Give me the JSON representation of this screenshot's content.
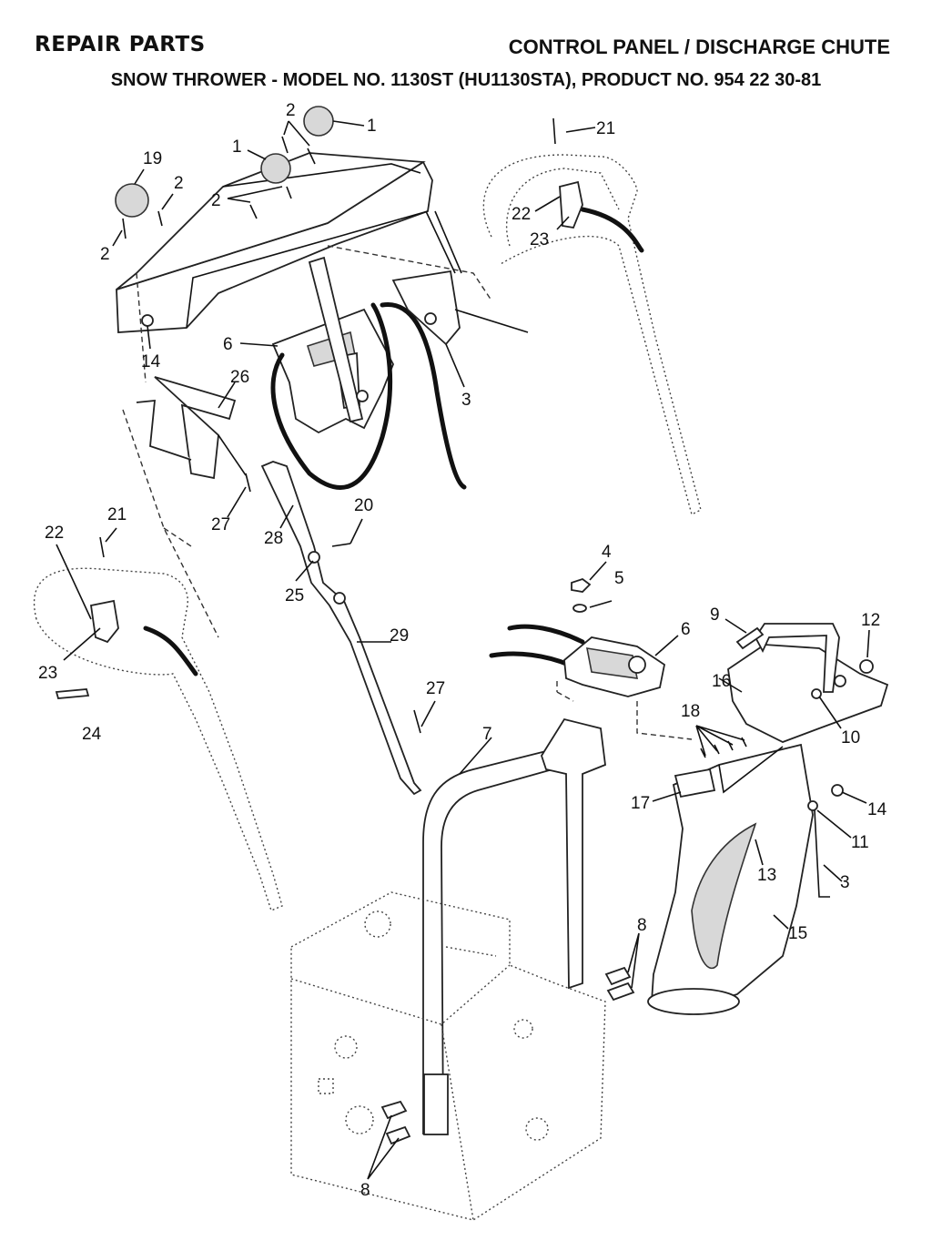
{
  "header": {
    "section": "REPAIR PARTS",
    "title": "CONTROL PANEL / DISCHARGE CHUTE",
    "subtitle": "SNOW THROWER - MODEL NO. 1130ST (HU1130STA), PRODUCT NO. 954 22 30-81"
  },
  "callouts": {
    "c1a": "1",
    "c1b": "1",
    "c2a": "2",
    "c2b": "2",
    "c2c": "2",
    "c2d": "2",
    "c3a": "3",
    "c3b": "3",
    "c4": "4",
    "c5": "5",
    "c6a": "6",
    "c6b": "6",
    "c7": "7",
    "c8a": "8",
    "c8b": "8",
    "c9": "9",
    "c10": "10",
    "c11": "11",
    "c12": "12",
    "c13": "13",
    "c14a": "14",
    "c14b": "14",
    "c15": "15",
    "c16": "16",
    "c17": "17",
    "c18": "18",
    "c19": "19",
    "c20": "20",
    "c21a": "21",
    "c21b": "21",
    "c22a": "22",
    "c22b": "22",
    "c23a": "23",
    "c23b": "23",
    "c24": "24",
    "c25": "25",
    "c26": "26",
    "c27a": "27",
    "c27b": "27",
    "c28": "28",
    "c29": "29"
  }
}
